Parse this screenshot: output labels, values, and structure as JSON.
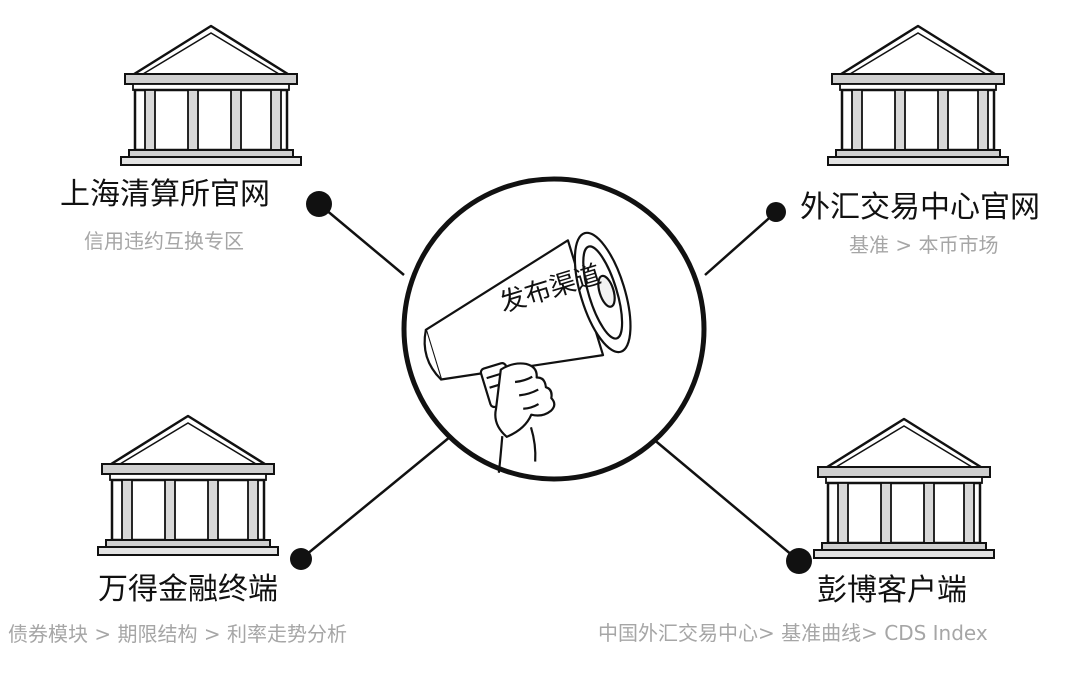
{
  "center": {
    "label": "发布渠道"
  },
  "channels": [
    {
      "title": "上海清算所官网",
      "subtitle": "信用违约互换专区"
    },
    {
      "title": "外汇交易中心官网",
      "subtitle": "基准 > 本币市场"
    },
    {
      "title": "万得金融终端",
      "subtitle": "债券模块 > 期限结构 > 利率走势分析"
    },
    {
      "title": "彭博客户端",
      "subtitle": "中国外汇交易中心> 基准曲线> CDS Index"
    }
  ],
  "colors": {
    "line": "#111111",
    "subtitle": "#a6a6a6",
    "background": "#ffffff"
  },
  "icons": {
    "building": "bank-building-icon",
    "center": "megaphone-hand-icon"
  }
}
